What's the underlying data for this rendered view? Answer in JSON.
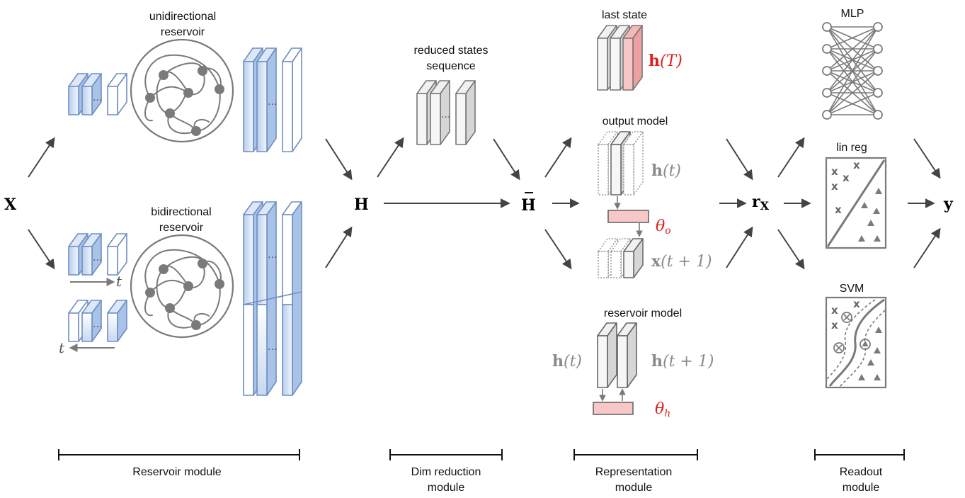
{
  "colors": {
    "stroke": "#7a7a7a",
    "arrow": "#444444",
    "blue_stroke": "#6f8fc1",
    "blue_fill": "#c9daf2",
    "pink_fill": "#f8c8c8",
    "red_text": "#d9211c",
    "gray_text": "#8a8a8a",
    "module_bar": "#111111"
  },
  "symbols": {
    "input": "X",
    "states": "H",
    "reduced_states": "H",
    "representation": "r",
    "representation_sub": "X",
    "output": "y"
  },
  "reservoir_module": {
    "unidirectional_label_1": "unidirectional",
    "unidirectional_label_2": "reservoir",
    "bidirectional_label_1": "bidirectional",
    "bidirectional_label_2": "reservoir",
    "time_forward": "t",
    "time_backward": "t",
    "dots": "..."
  },
  "dim_reduction": {
    "label_1": "reduced states",
    "label_2": "sequence",
    "dots": "..."
  },
  "representation_module": {
    "last_state_label": "last state",
    "last_state_bold": "h",
    "last_state_arg": "(T)",
    "output_model_label": "output model",
    "h_t_bold": "h",
    "h_t_arg": "(t)",
    "theta_o": "θ",
    "theta_o_sub": "o",
    "x_next_bold": "x",
    "x_next_arg": "(t + 1)",
    "reservoir_model_label": "reservoir model",
    "res_h_t_bold": "h",
    "res_h_t_arg": "(t)",
    "res_h_next_bold": "h",
    "res_h_next_arg": "(t + 1)",
    "theta_h": "θ",
    "theta_h_sub": "h"
  },
  "readout_module": {
    "mlp_label": "MLP",
    "linreg_label": "lin reg",
    "svm_label": "SVM",
    "x_marker": "x"
  },
  "modules": [
    {
      "line1": "Reservoir module",
      "line2": ""
    },
    {
      "line1": "Dim reduction",
      "line2": "module"
    },
    {
      "line1": "Representation",
      "line2": "module"
    },
    {
      "line1": "Readout",
      "line2": "module"
    }
  ]
}
